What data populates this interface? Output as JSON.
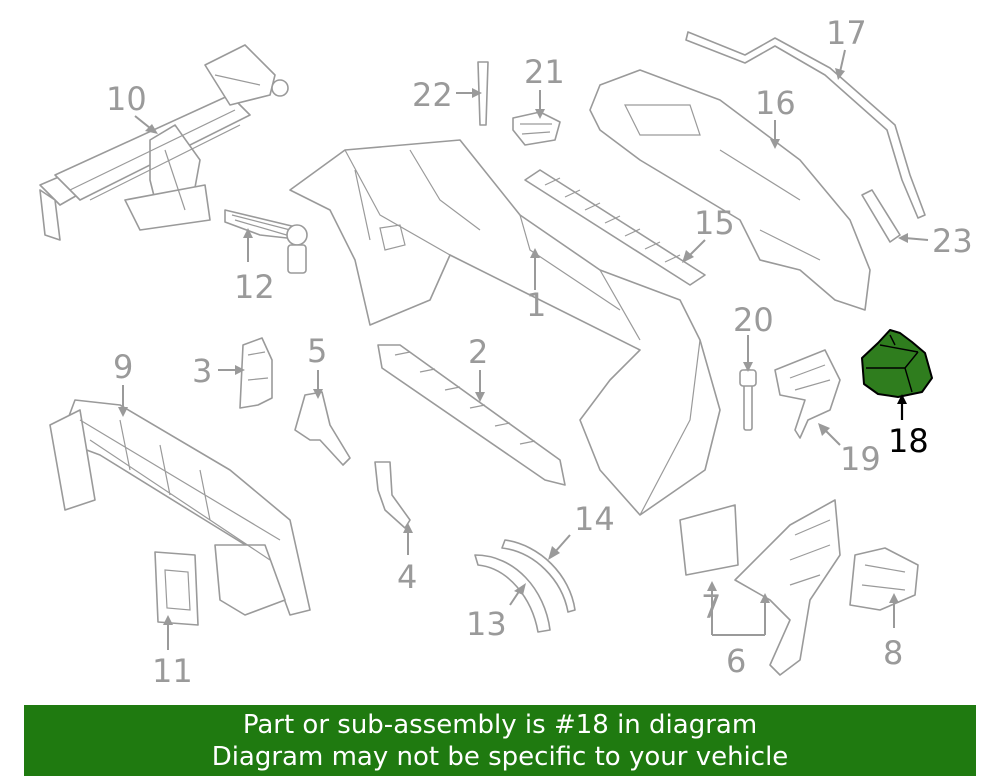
{
  "diagram": {
    "callouts": {
      "c1": "1",
      "c2": "2",
      "c3": "3",
      "c4": "4",
      "c5": "5",
      "c6": "6",
      "c7": "7",
      "c8": "8",
      "c9": "9",
      "c10": "10",
      "c11": "11",
      "c12": "12",
      "c13": "13",
      "c14": "14",
      "c15": "15",
      "c16": "16",
      "c17": "17",
      "c18": "18",
      "c19": "19",
      "c20": "20",
      "c21": "21",
      "c22": "22",
      "c23": "23"
    },
    "highlighted_part": "18"
  },
  "banner": {
    "line1": "Part or sub-assembly is #18 in diagram",
    "line2": "Diagram may not be specific to your vehicle"
  },
  "colors": {
    "line_art": "#9a9a9a",
    "highlight_fill": "#2f7d1e",
    "banner_bg": "#1f7a10",
    "banner_text": "#ffffff"
  }
}
